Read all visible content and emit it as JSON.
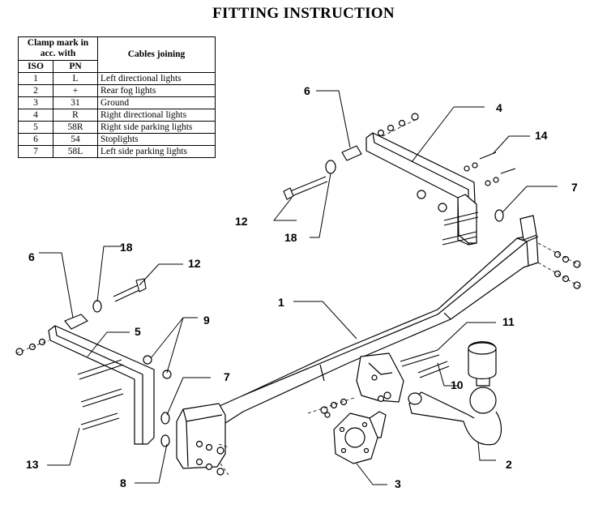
{
  "title": "FITTING INSTRUCTION",
  "table": {
    "header_clamp": "Clamp mark in acc. with",
    "header_cables": "Cables joining",
    "header_iso": "ISO",
    "header_pn": "PN",
    "rows": [
      {
        "iso": "1",
        "pn": "L",
        "desc": "Left directional lights"
      },
      {
        "iso": "2",
        "pn": "+",
        "desc": "Rear fog lights"
      },
      {
        "iso": "3",
        "pn": "31",
        "desc": "Ground"
      },
      {
        "iso": "4",
        "pn": "R",
        "desc": "Right directional lights"
      },
      {
        "iso": "5",
        "pn": "58R",
        "desc": "Right side parking lights"
      },
      {
        "iso": "6",
        "pn": "54",
        "desc": "Stoplights"
      },
      {
        "iso": "7",
        "pn": "58L",
        "desc": "Left side parking lights"
      }
    ]
  },
  "callouts": {
    "c1": "1",
    "c2": "2",
    "c3": "3",
    "c4": "4",
    "c5": "5",
    "c6a": "6",
    "c6b": "6",
    "c7a": "7",
    "c7b": "7",
    "c8": "8",
    "c9": "9",
    "c10": "10",
    "c11": "11",
    "c12a": "12",
    "c12b": "12",
    "c13": "13",
    "c14": "14",
    "c18a": "18",
    "c18b": "18"
  }
}
